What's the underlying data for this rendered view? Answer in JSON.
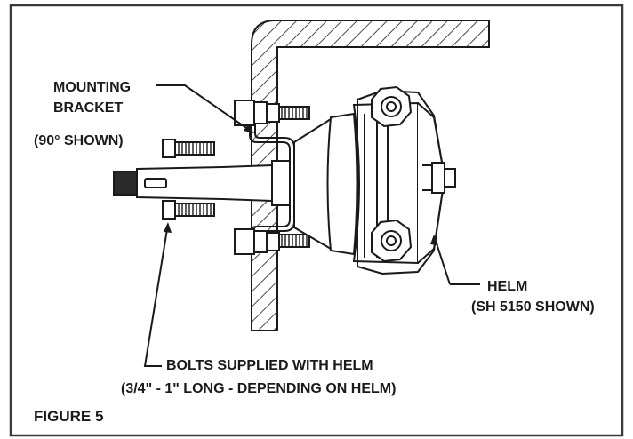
{
  "labels": {
    "mounting_bracket_line1": "MOUNTING",
    "mounting_bracket_line2": "BRACKET",
    "angle_note": "(90° SHOWN)",
    "helm_line1": "HELM",
    "helm_line2": "(SH 5150 SHOWN)",
    "bolts_line1": "BOLTS SUPPLIED WITH HELM",
    "bolts_line2": "(3/4\" - 1\" LONG - DEPENDING ON HELM)",
    "figure_caption": "FIGURE 5"
  },
  "colors": {
    "line": "#1a1a1a",
    "frame": "#3a3a3a",
    "fill": "#ffffff",
    "thread_dark": "#2a2a2a"
  }
}
